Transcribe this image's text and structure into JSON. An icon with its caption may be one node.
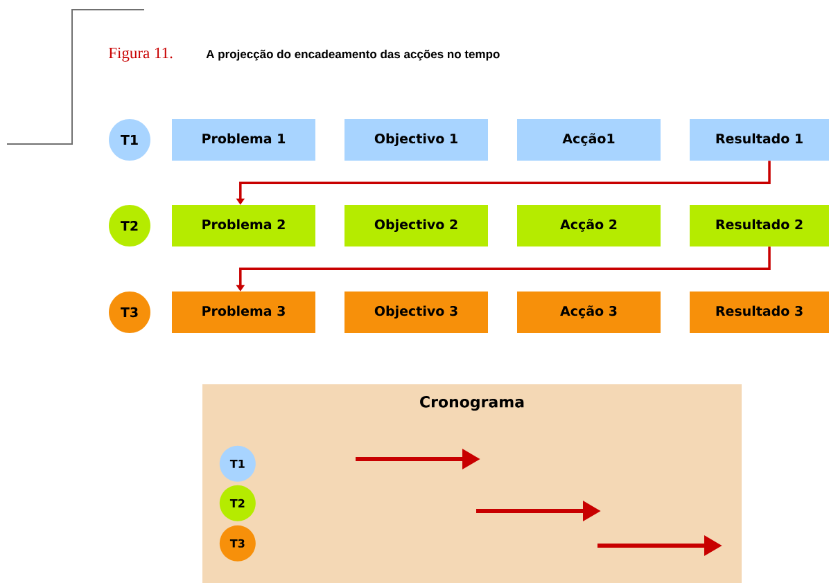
{
  "diagram": {
    "title": "A projecção do encadeamento das acções no tempo",
    "labels": [
      "Figura 11."
    ],
    "nodes": [
      {
        "text": [
          "T1"
        ]
      },
      {
        "text": [
          "Problema 1"
        ]
      },
      {
        "text": [
          "Objectivo 1"
        ]
      },
      {
        "text": [
          "Acção1"
        ]
      },
      {
        "text": [
          "Resultado 1"
        ]
      },
      {
        "text": [
          "T2"
        ]
      },
      {
        "text": [
          "Problema 2"
        ]
      },
      {
        "text": [
          "Objectivo 2"
        ]
      },
      {
        "text": [
          "Acção 2"
        ]
      },
      {
        "text": [
          "Resultado 2"
        ]
      },
      {
        "text": [
          "T3"
        ]
      },
      {
        "text": [
          "Problema 3"
        ]
      },
      {
        "text": [
          "Objectivo 3"
        ]
      },
      {
        "text": [
          "Acção 3"
        ]
      },
      {
        "text": [
          "Resultado 3"
        ]
      },
      {
        "text": [
          "Cronograma"
        ]
      },
      {
        "text": [
          "T1"
        ],
        "in": 15
      },
      {
        "text": [
          "T2"
        ],
        "in": 15
      },
      {
        "text": [
          "T3"
        ],
        "in": 15
      }
    ],
    "edges": [
      {
        "from": 4,
        "to": 6,
        "arrow": "to"
      },
      {
        "from": 9,
        "to": 11,
        "arrow": "to"
      }
    ]
  }
}
